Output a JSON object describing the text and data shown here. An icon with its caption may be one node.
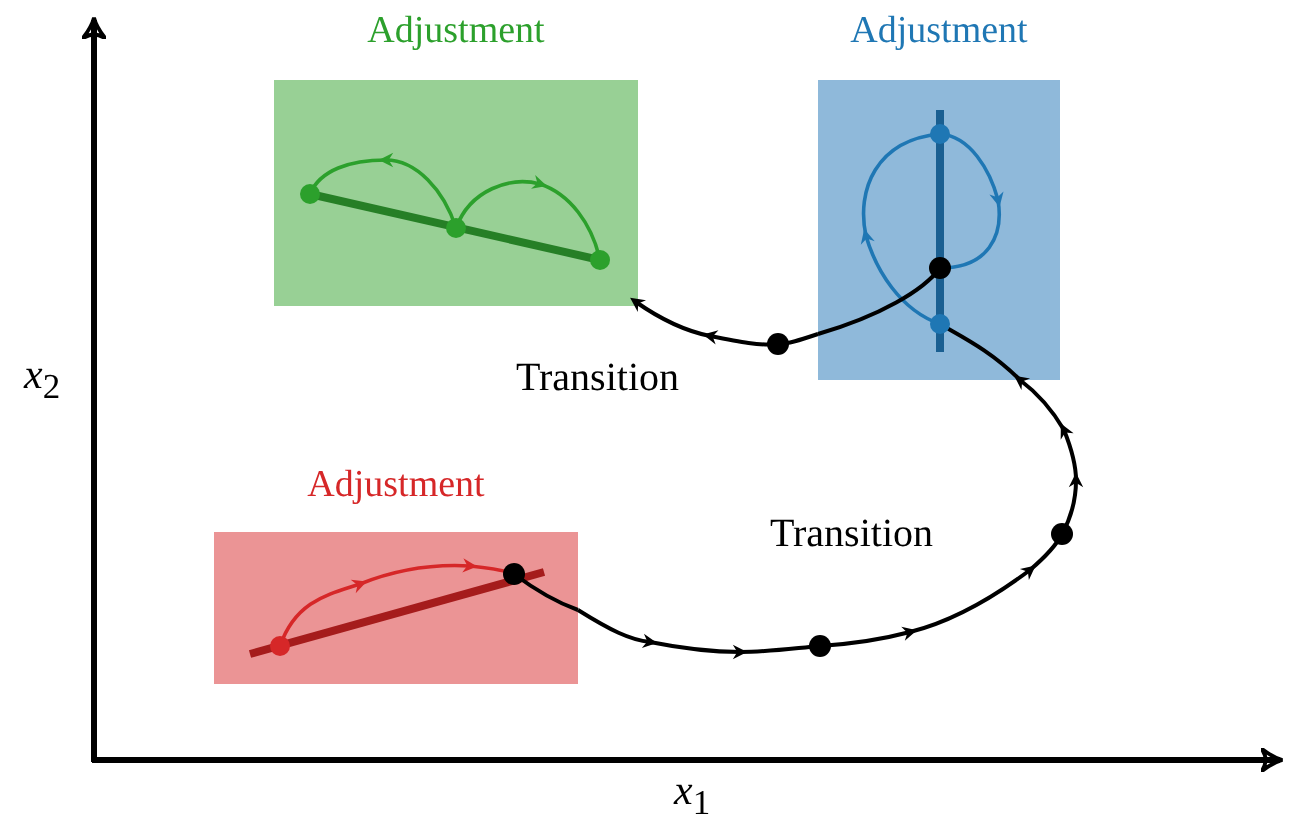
{
  "diagram": {
    "nodes": [
      {
        "text": [
          "Adjustment"
        ]
      },
      {
        "text": [
          "Adjustment"
        ]
      },
      {
        "text": [
          "Adjustment"
        ]
      }
    ],
    "edges": [
      {
        "from": 2,
        "to": 1,
        "arrow": "to",
        "label": "Transition"
      },
      {
        "from": 1,
        "to": 0,
        "arrow": "to",
        "label": "Transition"
      }
    ],
    "labels": [
      "*x*$_{2}$",
      "*x*$_{1}$"
    ]
  }
}
